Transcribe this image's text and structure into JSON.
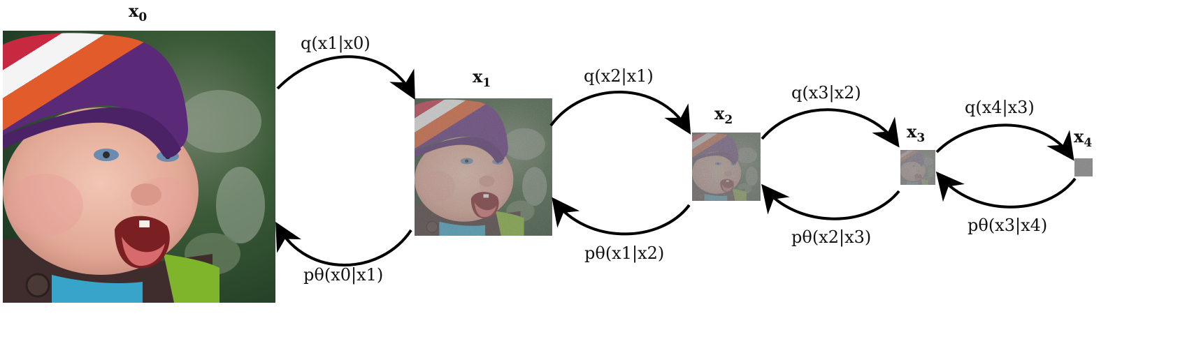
{
  "states": [
    {
      "id": "x0",
      "base": "x",
      "sub": "0"
    },
    {
      "id": "x1",
      "base": "x",
      "sub": "1"
    },
    {
      "id": "x2",
      "base": "x",
      "sub": "2"
    },
    {
      "id": "x3",
      "base": "x",
      "sub": "3"
    },
    {
      "id": "x4",
      "base": "x",
      "sub": "4"
    }
  ],
  "forward_transitions": [
    {
      "label": "q(x1|x0)"
    },
    {
      "label": "q(x2|x1)"
    },
    {
      "label": "q(x3|x2)"
    },
    {
      "label": "q(x4|x3)"
    }
  ],
  "reverse_transitions": [
    {
      "label": "pθ(x0|x1)"
    },
    {
      "label": "pθ(x1|x2)"
    },
    {
      "label": "pθ(x2|x3)"
    },
    {
      "label": "pθ(x3|x4)"
    }
  ],
  "image_descriptions": [
    {
      "name": "baby-photo-clean"
    },
    {
      "name": "baby-photo-light-noise"
    },
    {
      "name": "baby-photo-medium-noise"
    },
    {
      "name": "baby-photo-heavy-noise"
    },
    {
      "name": "pure-noise-gray"
    }
  ],
  "colors": {
    "arrow": "#000000",
    "hat_purple": "#5a2a79",
    "hat_red": "#c72a40",
    "hat_orange": "#e25b2a",
    "hat_white": "#f4f4f4",
    "skin": "#eab8a5",
    "background_green": "#2f4731",
    "noise_gray": "#8a8a8a"
  }
}
